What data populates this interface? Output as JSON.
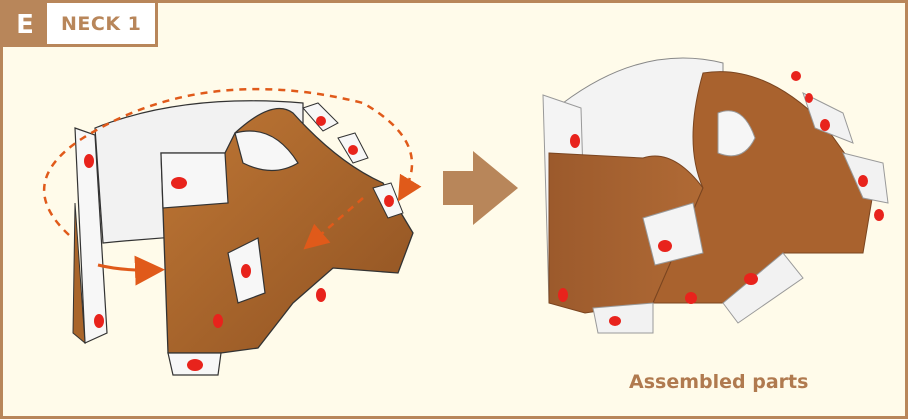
{
  "section": {
    "letter": "E",
    "title": "NECK 1"
  },
  "caption": "Assembled parts",
  "colors": {
    "accent": "#b8865a",
    "background": "#fffbea",
    "paper_brown": "#a9652b",
    "dot_red": "#e8231c",
    "arrow_orange": "#e05a1a"
  },
  "icons": {
    "direction_arrow": "arrow-right-icon"
  }
}
